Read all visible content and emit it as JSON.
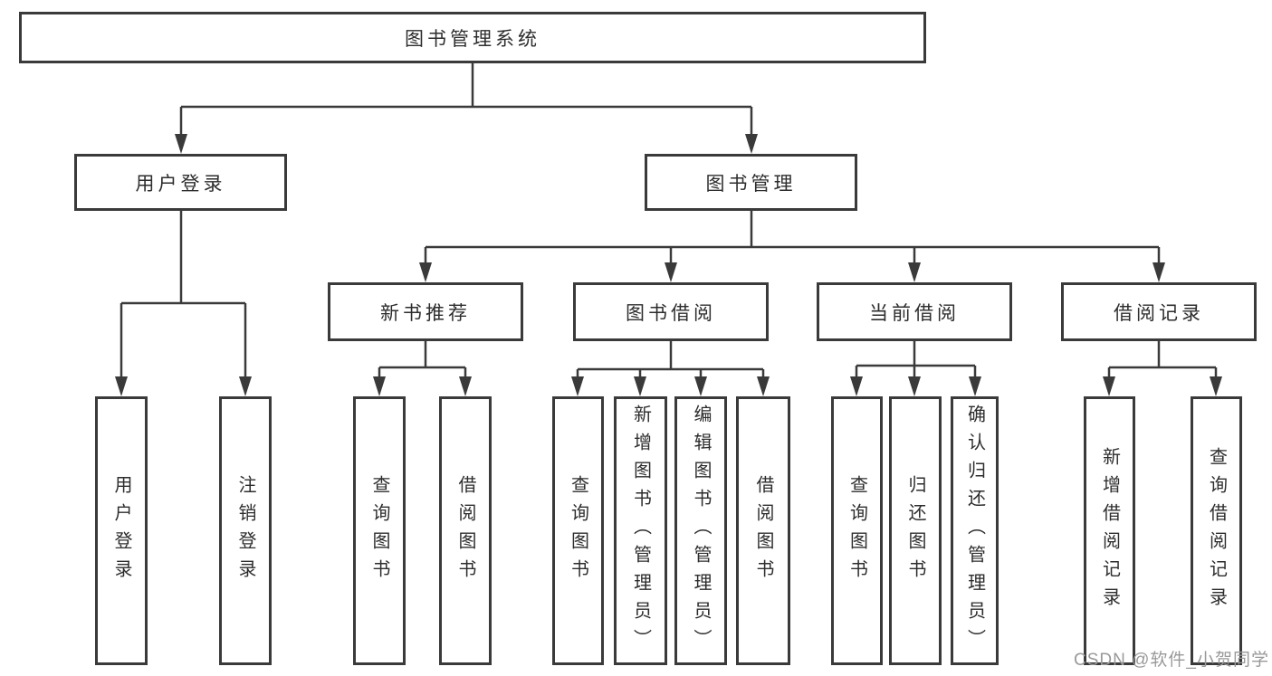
{
  "nodes": {
    "root": "图书管理系统",
    "level2": [
      "用户登录",
      "图书管理"
    ],
    "level3": [
      "新书推荐",
      "图书借阅",
      "当前借阅",
      "借阅记录"
    ],
    "leaves": [
      "用户登录",
      "注销登录",
      "查询图书",
      "借阅图书",
      "查询图书",
      "新增图书（管理员）",
      "编辑图书（管理员）",
      "借阅图书",
      "查询图书",
      "归还图书",
      "确认归还（管理员）",
      "新增借阅记录",
      "查询借阅记录"
    ]
  },
  "hierarchy": {
    "图书管理系统": [
      "用户登录",
      "图书管理"
    ],
    "用户登录": [
      "用户登录",
      "注销登录"
    ],
    "图书管理": [
      "新书推荐",
      "图书借阅",
      "当前借阅",
      "借阅记录"
    ],
    "新书推荐": [
      "查询图书",
      "借阅图书"
    ],
    "图书借阅": [
      "查询图书",
      "新增图书（管理员）",
      "编辑图书（管理员）",
      "借阅图书"
    ],
    "当前借阅": [
      "查询图书",
      "归还图书",
      "确认归还（管理员）"
    ],
    "借阅记录": [
      "新增借阅记录",
      "查询借阅记录"
    ]
  },
  "watermark": "CSDN @软件_小贺同学",
  "colors": {
    "line": "#3a3a3a",
    "text": "#2d2d2d",
    "watermark": "#999999",
    "background": "#ffffff"
  }
}
